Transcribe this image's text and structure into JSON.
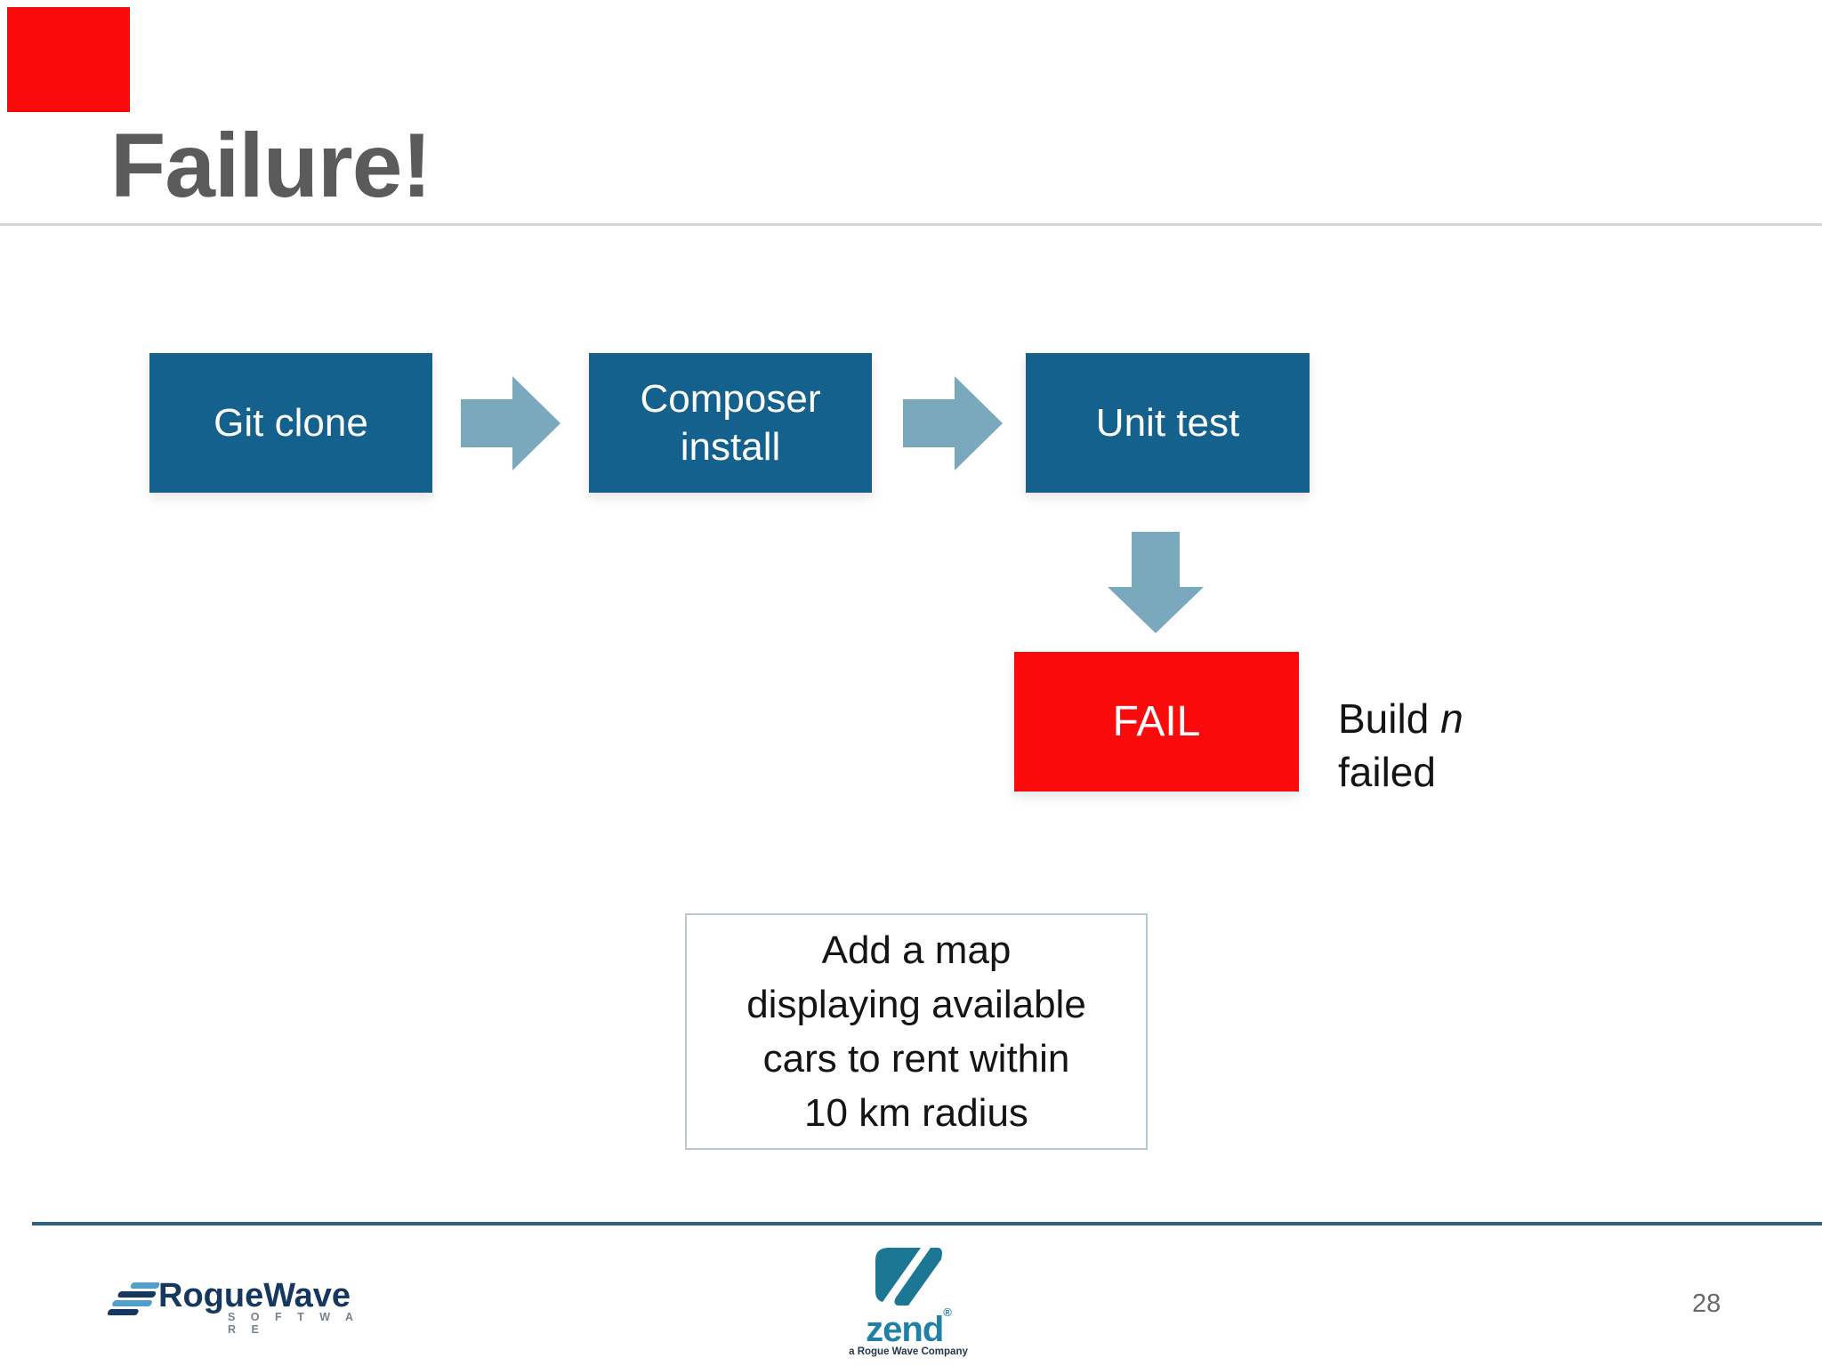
{
  "slide": {
    "title": "Failure!",
    "page_number": "28",
    "flow": {
      "steps": [
        {
          "label": "Git clone"
        },
        {
          "label": "Composer install"
        },
        {
          "label": "Unit test"
        }
      ],
      "fail_label": "FAIL",
      "note": {
        "word1": "Build ",
        "italic": "n",
        "line2": "failed"
      }
    },
    "callout": {
      "lines": [
        "Add a map",
        "displaying available",
        "cars to rent within",
        "10 km radius"
      ]
    },
    "footer": {
      "roguewave": {
        "name": "RogueWave",
        "sub": "S O F T W A R E"
      },
      "zend": {
        "name": "zend",
        "reg": "®",
        "tagline": "a Rogue Wave Company"
      }
    },
    "colors": {
      "box_blue": "#14618D",
      "arrow_blue": "#7AA9BE",
      "fail_red": "#FA0A0A",
      "accent_red": "#FA0A0A",
      "title_gray": "#5B5B5B",
      "footer_line": "#30617F",
      "rw_navy": "#16375F",
      "rw_lightblue": "#4FA0CC",
      "zend_teal": "#1C7795"
    }
  }
}
